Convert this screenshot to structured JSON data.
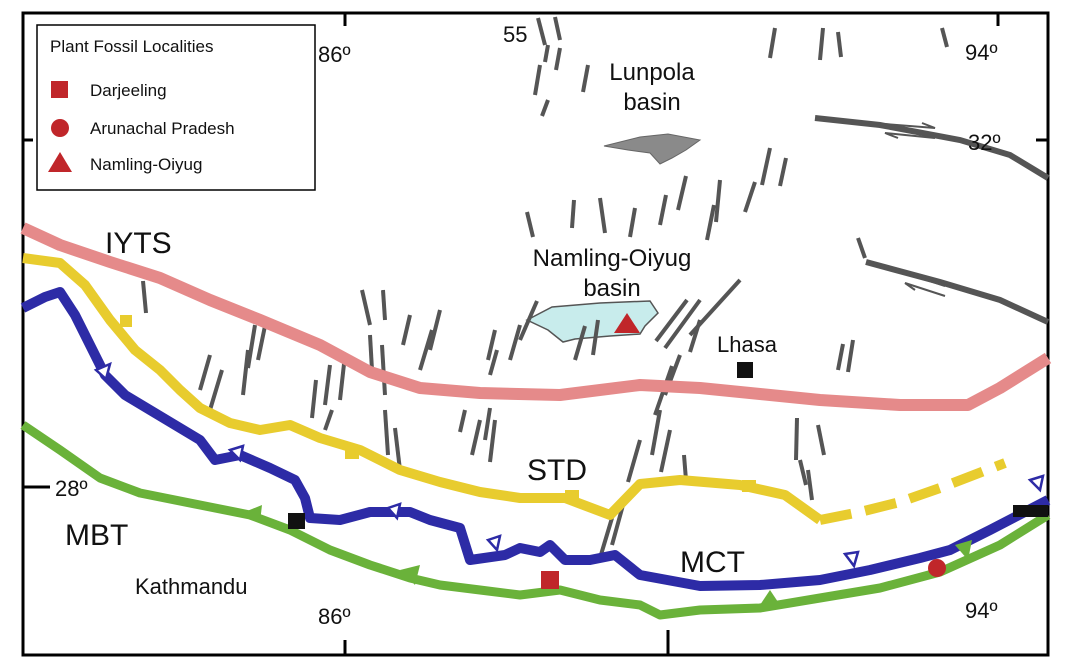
{
  "legend": {
    "title": "Plant Fossil Localities",
    "items": [
      {
        "label": "Darjeeling",
        "symbol": "square",
        "color": "#c0262a"
      },
      {
        "label": "Arunachal Pradesh",
        "symbol": "circle",
        "color": "#c0262a"
      },
      {
        "label": "Namling-Oiyug",
        "symbol": "triangle",
        "color": "#c0262a"
      }
    ]
  },
  "graticule": {
    "top": [
      "55",
      "86º",
      "94º"
    ],
    "right": [
      "32º"
    ],
    "left": [
      "28º"
    ],
    "bottom": [
      "86º",
      "94º"
    ]
  },
  "basins": {
    "lunpola_line1": "Lunpola",
    "lunpola_line2": "basin",
    "namling_line1": "Namling-Oiyug",
    "namling_line2": "basin"
  },
  "places": {
    "lhasa": "Lhasa",
    "kathmandu": "Kathmandu"
  },
  "faults": {
    "iyts": "IYTS",
    "std": "STD",
    "mbt": "MBT",
    "mct": "MCT"
  },
  "colors": {
    "iyts": "#e58a8a",
    "std": "#e8cc2e",
    "mct": "#2d2ba6",
    "mbt": "#6ab23a",
    "faults": "#555555",
    "namling_basin": "#c8ecec",
    "lunpola_basin": "#8a8a8a",
    "fossil": "#c0262a"
  }
}
